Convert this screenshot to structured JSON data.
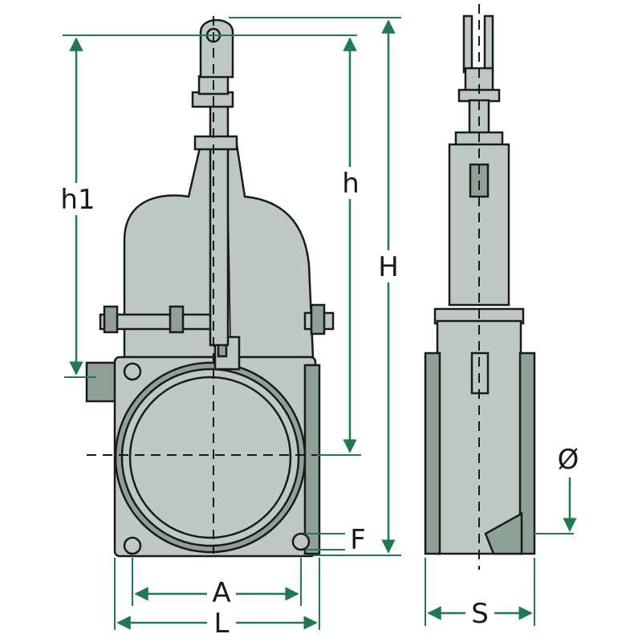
{
  "diagram": {
    "labels": {
      "h1": "h1",
      "h": "h",
      "H": "H",
      "diameter": "Ø",
      "F": "F",
      "A": "A",
      "L": "L",
      "S": "S"
    },
    "colors": {
      "body": "#bdc9c2",
      "body_dark": "#8fa197",
      "outline": "#1a1a1a",
      "dimension": "#1f7a4d",
      "background": "#ffffff"
    }
  }
}
